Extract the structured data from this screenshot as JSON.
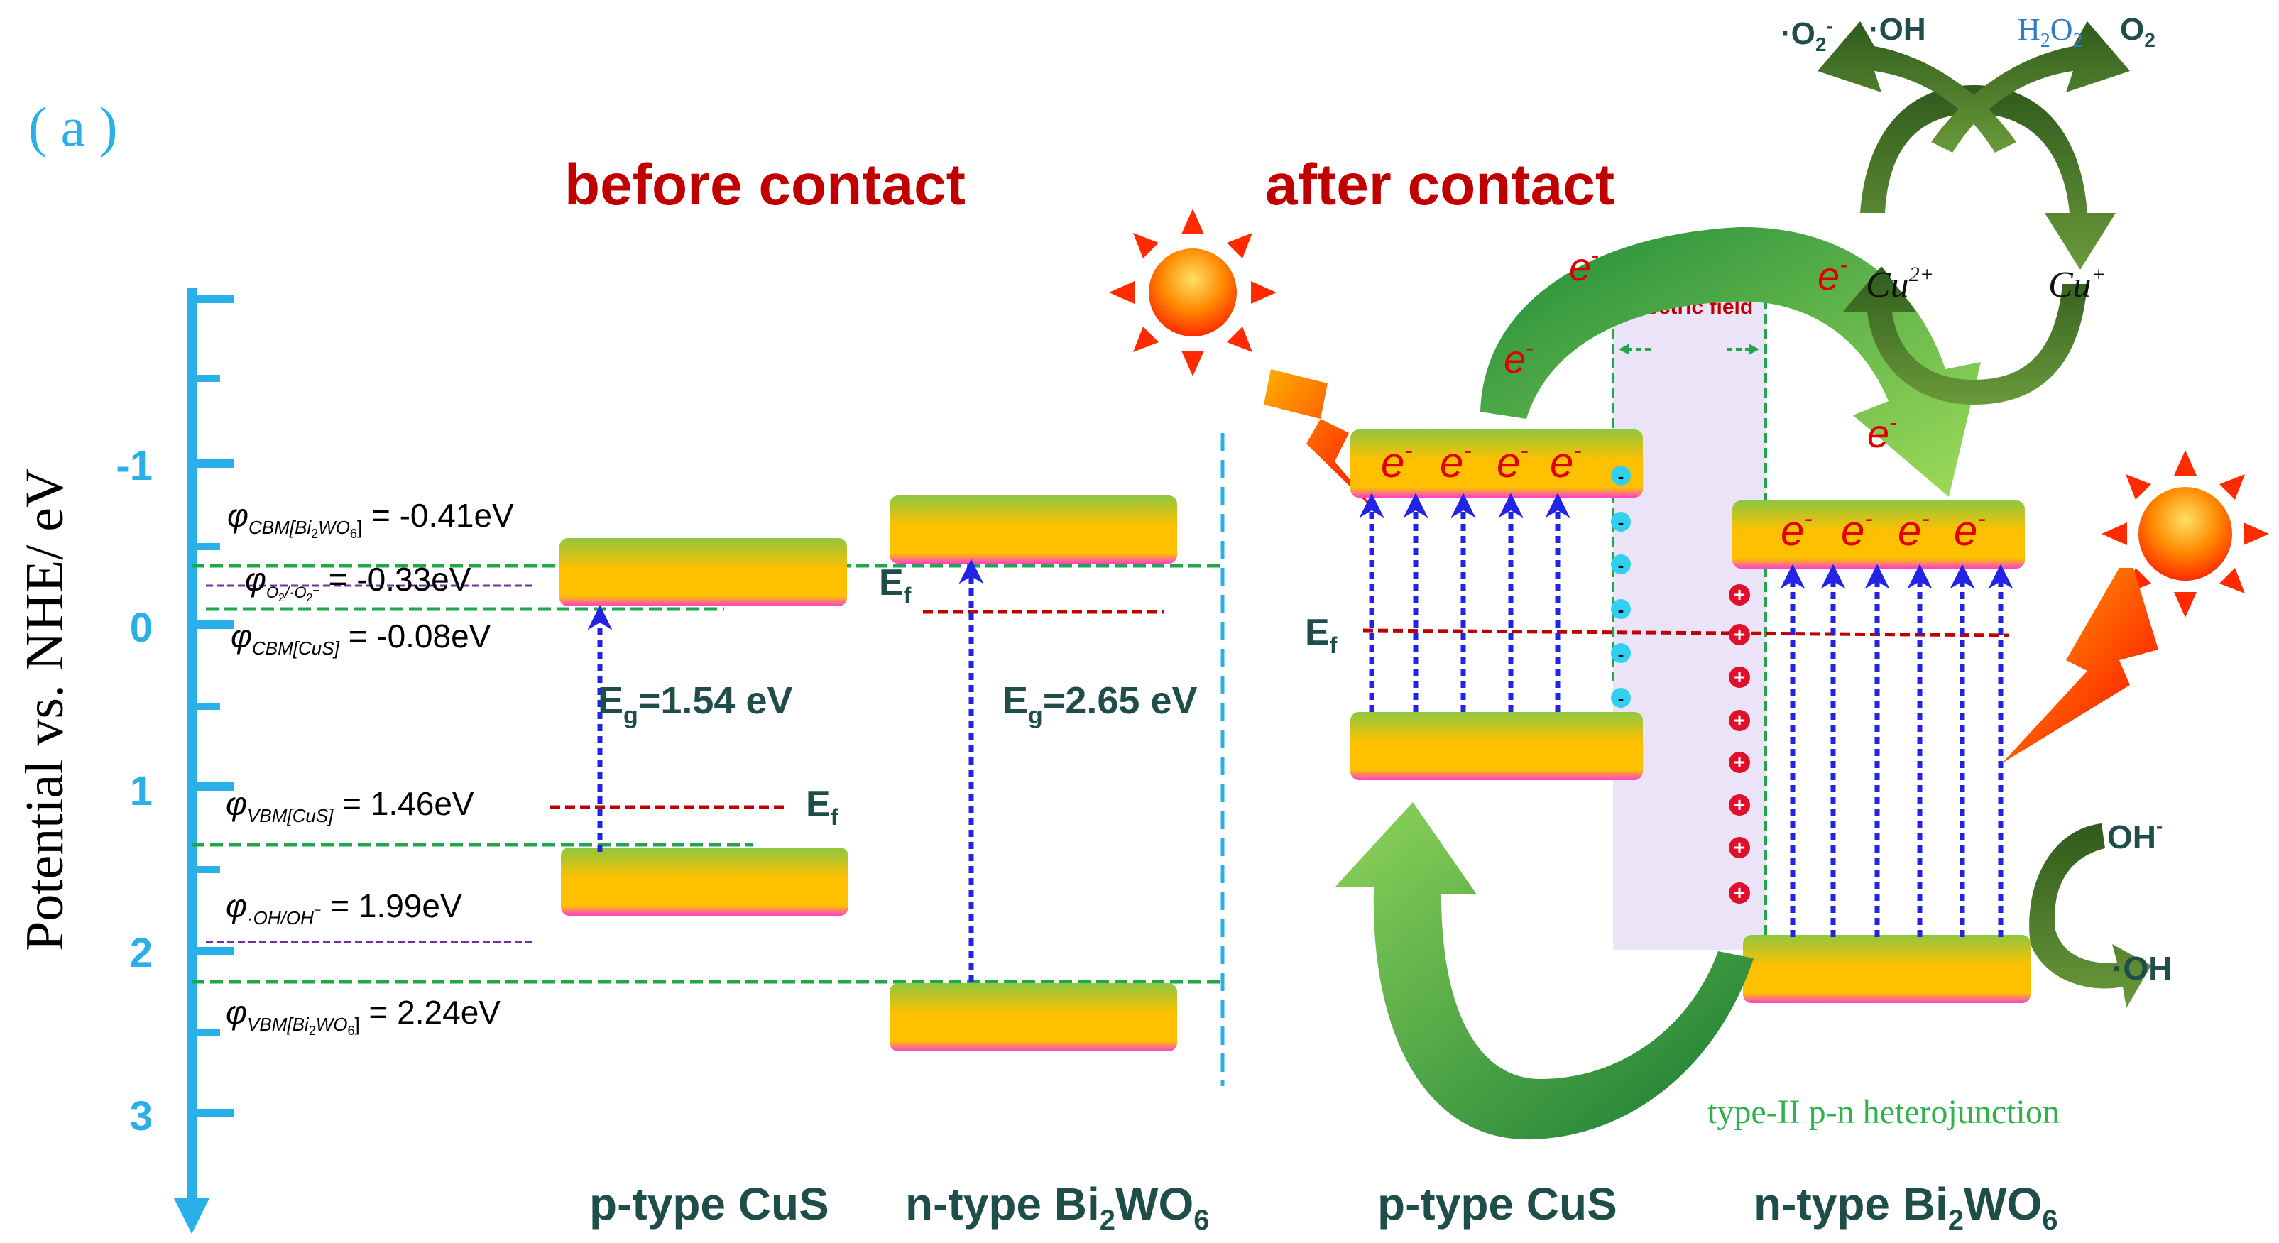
{
  "panel_label": "( a )",
  "headings": {
    "before": "before contact",
    "after": "after contact"
  },
  "axis": {
    "label": "Potential vs. NHE/ eV",
    "ticks": [
      "-1",
      "0",
      "1",
      "2",
      "3"
    ]
  },
  "potentials": {
    "cbm_bwo": {
      "phi": "φ",
      "sub": "CBM[Bi",
      "s2": "2",
      "sub2": "WO",
      "s6": "6",
      "sub3": "]",
      "value": " = -0.41eV"
    },
    "o2": {
      "phi": "φ",
      "sub": "O",
      "s2": "2",
      "sub2": "/·O",
      "sup": "2",
      "minus": "−",
      "value": " = -0.33eV"
    },
    "cbm_cus": {
      "phi": "φ",
      "sub": "CBM[CuS]",
      "value": " = -0.08eV"
    },
    "vbm_cus": {
      "phi": "φ",
      "sub": "VBM[CuS]",
      "value": " = 1.46eV"
    },
    "oh": {
      "phi": "φ",
      "sub": "·OH/OH",
      "sup": "−",
      "value": " = 1.99eV"
    },
    "vbm_bwo": {
      "phi": "φ",
      "sub": "VBM[Bi",
      "s2": "2",
      "sub2": "WO",
      "s6": "6",
      "sub3": "]",
      "value": " = 2.24eV"
    }
  },
  "gaps": {
    "cus": {
      "E": "E",
      "g": "g",
      "value": "=1.54 eV"
    },
    "bwo": {
      "E": "E",
      "g": "g",
      "value": "=2.65 eV"
    }
  },
  "fermi": {
    "E": "E",
    "f": "f"
  },
  "electron": {
    "e": "e",
    "minus": "-"
  },
  "electric_field": "Electric field",
  "species": {
    "o2_radical": "·O",
    "o2_radical_sub": "2",
    "o2_radical_sup": "-",
    "oh_radical": "·OH",
    "h2o2_H": "H",
    "h2o2_2a": "2",
    "h2o2_O": "O",
    "h2o2_2b": "2",
    "o2": "O",
    "o2_sub": "2",
    "cu2": "Cu",
    "cu2_sup": "2+",
    "cu1": "Cu",
    "cu1_sup": "+",
    "oh_minus": "OH",
    "oh_minus_sup": "-",
    "oh_product": "·OH"
  },
  "heterojunction": "type-II p-n heterojunction",
  "materials": {
    "cus_left": "p-type CuS",
    "bwo_left_a": "n-type Bi",
    "bwo_left_b": "2",
    "bwo_left_c": "WO",
    "bwo_left_d": "6",
    "cus_right": "p-type CuS",
    "bwo_right_a": "n-type Bi",
    "bwo_right_b": "2",
    "bwo_right_c": "WO",
    "bwo_right_d": "6"
  },
  "charges": {
    "neg": "-",
    "pos": "+"
  },
  "colors": {
    "axis": "#29b0e8",
    "heading": "#c00000",
    "dark_text": "#1f4e4a",
    "green_dash": "#1fa84a",
    "red_dash": "#c00000",
    "purple_dash": "#7030a0",
    "arrow_blue": "#2323e6",
    "field_bg": "#ebe3f7",
    "hetero_text": "#2db34a"
  }
}
